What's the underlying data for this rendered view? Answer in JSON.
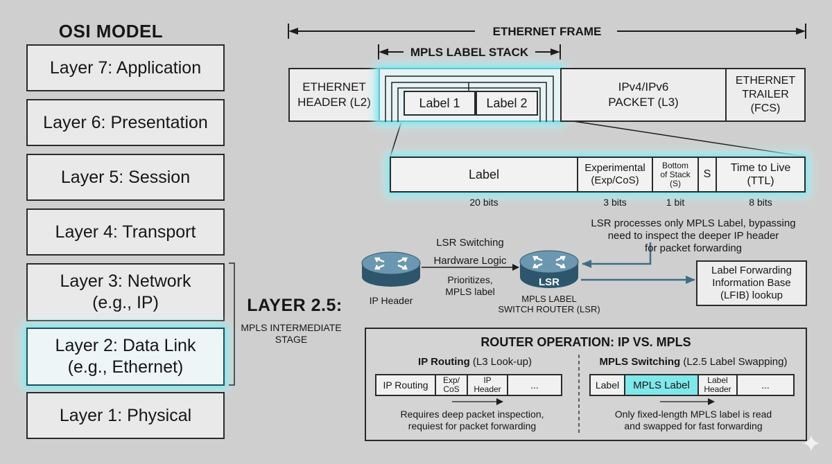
{
  "osi": {
    "title": "OSI MODEL",
    "layers": [
      {
        "label": "Layer 7: Application"
      },
      {
        "label": "Layer 6: Presentation"
      },
      {
        "label": "Layer 5: Session"
      },
      {
        "label": "Layer 4: Transport"
      },
      {
        "label": "Layer 3: Network\n(e.g., IP)"
      },
      {
        "label": "Layer 2: Data Link\n(e.g., Ethernet)"
      },
      {
        "label": "Layer 1: Physical"
      }
    ],
    "layer25": {
      "title": "LAYER 2.5:",
      "subtitle": "MPLS INTERMEDIATE\nSTAGE"
    }
  },
  "frame": {
    "title": "ETHERNET FRAME",
    "stack_title": "MPLS LABEL STACK",
    "header": "ETHERNET\nHEADER (L2)",
    "label1": "Label 1",
    "label2": "Label 2",
    "packet": "IPv4/IPv6\nPACKET (L3)",
    "trailer": "ETHERNET\nTRAILER\n(FCS)"
  },
  "fields": [
    {
      "name": "Label",
      "bits": "20 bits"
    },
    {
      "name": "Experimental\n(Exp/CoS)",
      "bits": "3 bits"
    },
    {
      "name": "Bottom\nof Stack\n(S)",
      "bits": "1 bit"
    },
    {
      "name": "S",
      "bits": ""
    },
    {
      "name": "Time to Live\n(TTL)",
      "bits": "8 bits"
    }
  ],
  "lsr": {
    "note": "LSR processes only MPLS Label, bypassing\nneed to inspect the deeper IP header\nfor packet forwarding",
    "ip_header": "IP Header",
    "switching": "LSR Switching",
    "hardware": "Hardware Logic",
    "prioritizes": "Prioritizes,\nMPLS label",
    "router_label": "LSR",
    "router_caption": "MPLS LABEL\nSWITCH ROUTER (LSR)",
    "lfib": "Label Forwarding\nInformation Base\n(LFIB) lookup"
  },
  "ops": {
    "title": "ROUTER OPERATION: IP VS. MPLS",
    "ip": {
      "heading_bold": "IP Routing",
      "heading_rest": " (L3 Look-up)",
      "cells": [
        "IP Routing",
        "Exp/\nCoS",
        "IP\nHeader",
        "..."
      ],
      "caption": "Requires deep packet inspection,\nrequiest for packet forwarding"
    },
    "mpls": {
      "heading_bold": "MPLS Switching",
      "heading_rest": " (L2.5 Label Swapping)",
      "cells": [
        "Label",
        "MPLS Label",
        "Label\nHeader",
        "..."
      ],
      "caption": "Only fixed-length MPLS label is read\nand swapped for fast forwarding"
    }
  },
  "colors": {
    "highlight": "#7fe4ea",
    "router": "#3f6d86",
    "arrow": "#3f6d86",
    "mpls_cell": "#7fe8ea"
  }
}
